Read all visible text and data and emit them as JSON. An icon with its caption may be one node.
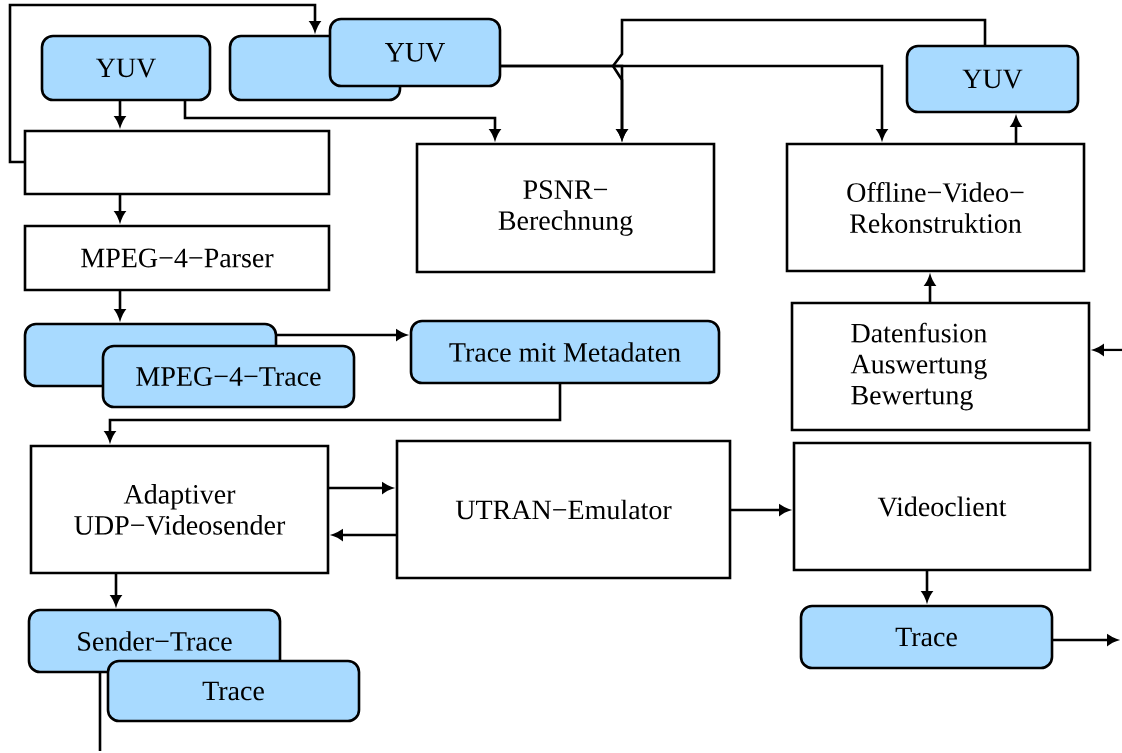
{
  "diagram": {
    "nodes": [
      {
        "text": [
          "YUV"
        ]
      },
      {
        "text": [],
        "shape": "box"
      },
      {
        "text": [
          "YUV"
        ]
      },
      {
        "text": [
          "YUV"
        ]
      },
      {
        "text": [],
        "shape": "box"
      },
      {
        "text": [
          "PSNR− Berechnung"
        ]
      },
      {
        "text": [
          "Offline−Video− Rekonstruktion"
        ]
      },
      {
        "text": [
          "MPEG−4−Parser"
        ]
      },
      {
        "text": [],
        "shape": "box"
      },
      {
        "text": [
          "MPEG−4−Trace"
        ]
      },
      {
        "text": [
          "Trace mit Metadaten"
        ]
      },
      {
        "text": [
          "Datenfusion Auswertung Bewertung"
        ]
      },
      {
        "text": [
          "Adaptiver UDP−Videosender"
        ]
      },
      {
        "text": [
          "UTRAN−Emulator"
        ]
      },
      {
        "text": [
          "Videoclient"
        ]
      },
      {
        "text": [
          "Sender−Trace"
        ]
      },
      {
        "text": [
          "Trace"
        ]
      },
      {
        "text": [
          "Trace"
        ]
      }
    ],
    "edges": [
      {
        "from": 4,
        "to": 1,
        "arrow": "to"
      },
      {
        "from": 0,
        "to": 4,
        "arrow": "to"
      },
      {
        "from": 0,
        "to": 5,
        "arrow": "to"
      },
      {
        "from": 2,
        "to": 5,
        "arrow": "to"
      },
      {
        "from": 2,
        "to": 6,
        "arrow": "to"
      },
      {
        "from": 3,
        "to": 5,
        "arrow": "to"
      },
      {
        "from": 6,
        "to": 3,
        "arrow": "to"
      },
      {
        "from": 11,
        "to": 6,
        "arrow": "to"
      },
      {
        "from": null,
        "to": 11,
        "arrow": "to"
      },
      {
        "from": 4,
        "to": 7,
        "arrow": "to"
      },
      {
        "from": 7,
        "to": 8,
        "arrow": "to"
      },
      {
        "from": 8,
        "to": 10,
        "arrow": "to"
      },
      {
        "from": 10,
        "to": 12,
        "arrow": "to"
      },
      {
        "from": 12,
        "to": 13,
        "arrow": "to"
      },
      {
        "from": 13,
        "to": 12,
        "arrow": "to"
      },
      {
        "from": 13,
        "to": 14,
        "arrow": "to"
      },
      {
        "from": 12,
        "to": 15,
        "arrow": "to"
      },
      {
        "from": 15,
        "to": null,
        "arrow": "none"
      },
      {
        "from": 14,
        "to": 17,
        "arrow": "to"
      },
      {
        "from": 17,
        "to": null,
        "arrow": "to"
      }
    ]
  }
}
